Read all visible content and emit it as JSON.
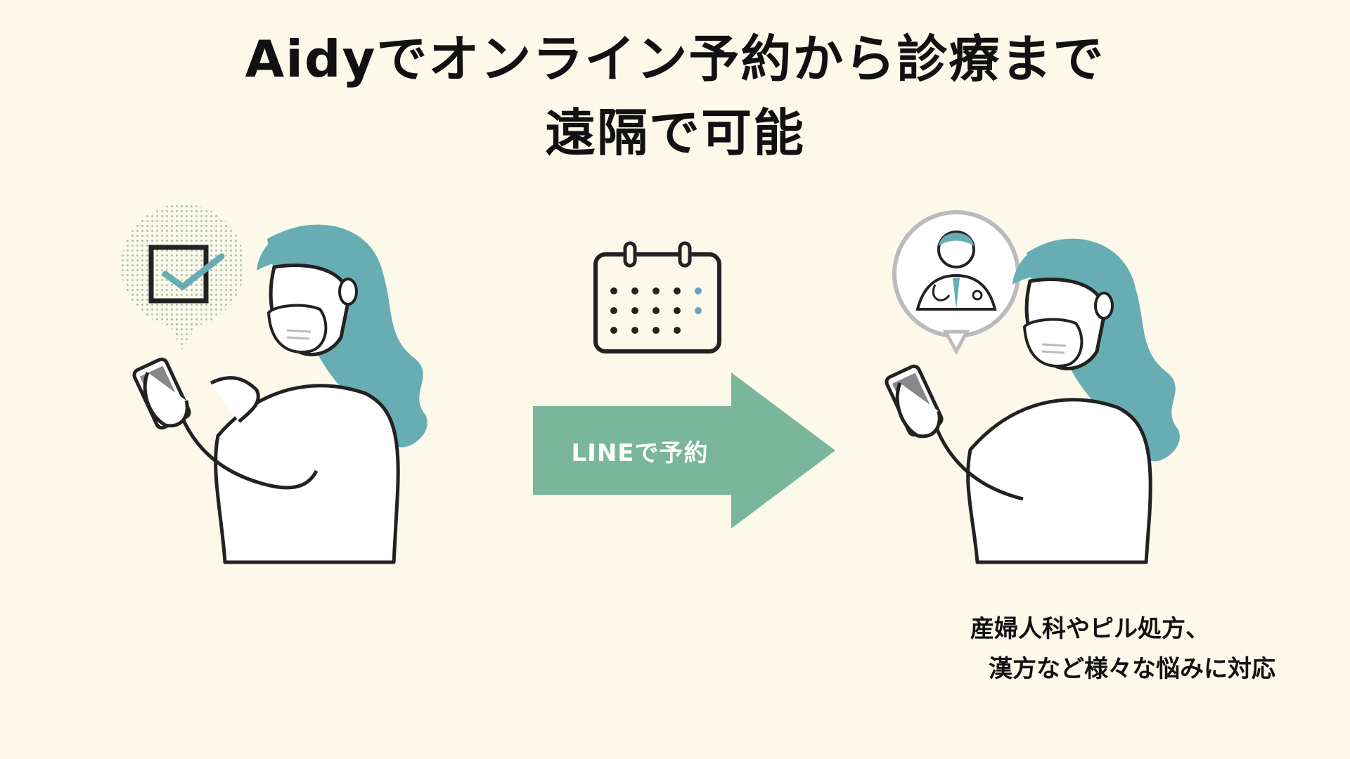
{
  "title": {
    "line1": "Aidyでオンライン予約から診療まで",
    "line2": "遠隔で可能"
  },
  "arrow": {
    "label": "LINEで予約",
    "color": "#79b69c"
  },
  "caption": {
    "line1": "産婦人科やピル処方、",
    "line2": "漢方など様々な悩みに対応"
  },
  "colors": {
    "background": "#fcf9ea",
    "hair": "#68adb3",
    "text": "#111111",
    "calendar_accent": "#6a9fc6"
  },
  "icons": [
    "checkmark-icon",
    "calendar-icon",
    "doctor-icon",
    "smartphone-icon"
  ]
}
